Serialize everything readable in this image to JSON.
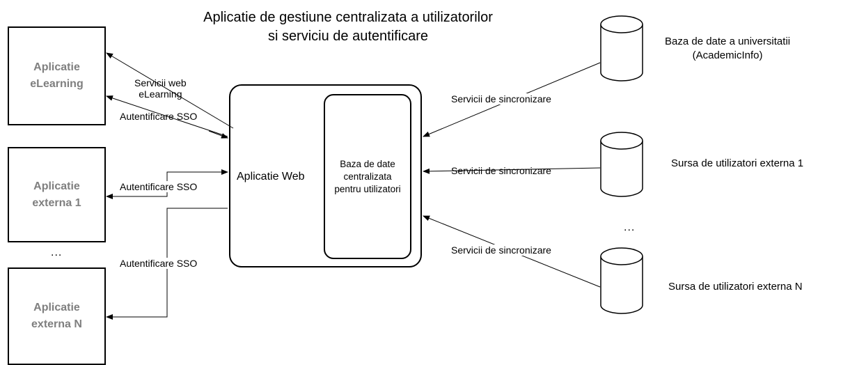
{
  "title": {
    "line1": "Aplicatie de gestiune centralizata a utilizatorilor",
    "line2": "si serviciu de autentificare"
  },
  "left_apps": [
    {
      "line1": "Aplicatie",
      "line2": "eLearning"
    },
    {
      "line1": "Aplicatie",
      "line2": "externa 1"
    },
    {
      "line1": "Aplicatie",
      "line2": "externa N"
    }
  ],
  "left_dots": "...",
  "web_app": {
    "label": "Aplicatie Web",
    "inner_db": {
      "line1": "Baza de date",
      "line2": "centralizata",
      "line3": "pentru utilizatori"
    }
  },
  "left_connections": {
    "services_line1": "Servicii web",
    "services_line2": "eLearning",
    "sso_elearning": "Autentificare SSO",
    "sso_externa1": "Autentificare SSO",
    "sso_externaN": "Autentificare SSO"
  },
  "sync_labels": [
    "Servicii de sincronizare",
    "Servicii de sincronizare",
    "Servicii de sincronizare"
  ],
  "databases": {
    "university_line1": "Baza de date a universitatii",
    "university_line2": "(AcademicInfo)",
    "external1": "Sursa de utilizatori externa 1",
    "externalN": "Sursa de utilizatori externa N"
  },
  "right_dots": "..."
}
